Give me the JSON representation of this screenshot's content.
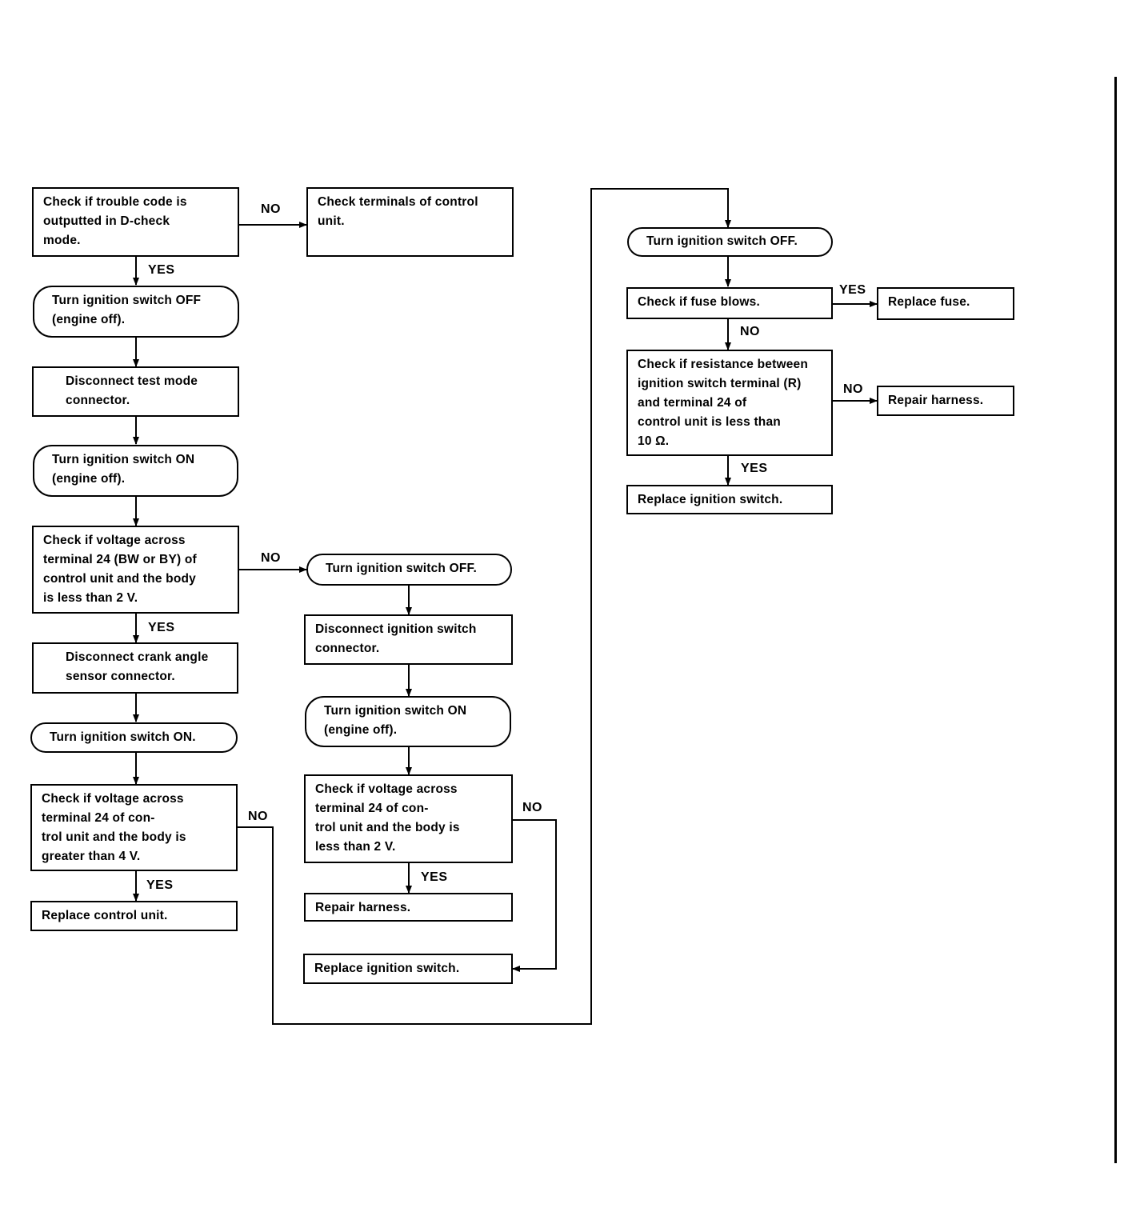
{
  "nodes": {
    "n1": "Check if trouble code is\noutputted in D-check\nmode.",
    "n2": "Check terminals of control\nunit.",
    "n3": "Turn ignition switch OFF\n(engine off).",
    "n4": "Disconnect test mode\nconnector.",
    "n5": "Turn ignition switch ON\n(engine off).",
    "n6": "Check if voltage across\nterminal 24 (BW or BY) of\ncontrol unit and the body\nis less than 2 V.",
    "n7": "Disconnect crank angle\nsensor connector.",
    "n8": "Turn ignition switch ON.",
    "n9": "Check if voltage across\nterminal 24 of con-\ntrol unit and the body is\ngreater than 4 V.",
    "n10": "Replace control unit.",
    "m1": "Turn ignition switch OFF.",
    "m2": "Disconnect ignition switch\nconnector.",
    "m3": "Turn ignition switch ON\n(engine off).",
    "m4": "Check if voltage across\nterminal 24 of con-\ntrol unit and the body is\nless than 2 V.",
    "m5": "Repair harness.",
    "m6": "Replace ignition switch.",
    "r1": "Turn ignition switch OFF.",
    "r2": "Check if fuse blows.",
    "r3": "Replace fuse.",
    "r4": "Check if resistance between\nignition switch terminal (R)\nand terminal 24 of\ncontrol unit is less than\n10 Ω.",
    "r5": "Repair harness.",
    "r6": "Replace ignition switch."
  },
  "labels": {
    "yes": "YES",
    "no": "NO"
  }
}
